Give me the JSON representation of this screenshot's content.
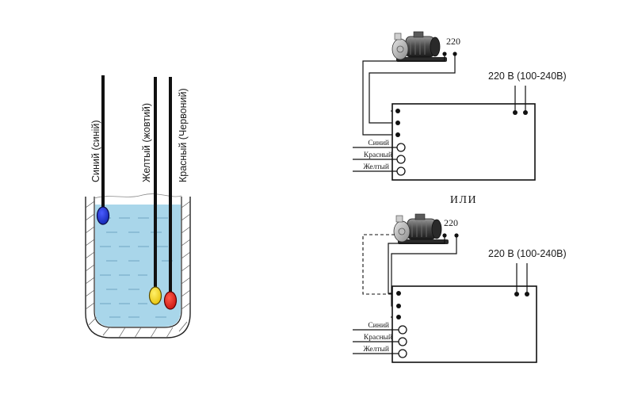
{
  "tank": {
    "probe_labels": {
      "blue": "Синий (синій)",
      "yellow": "Желтый (жовтий)",
      "red": "Красный (Червоний)"
    },
    "colors": {
      "water": "#a9d6ea",
      "blue_float": "#1d2fd0",
      "yellow_float": "#f2d21b",
      "red_float": "#e3201b"
    }
  },
  "diagram_top": {
    "pump_label": "220",
    "mains_label": "220 В (100-240В)",
    "probe_labels": [
      "Синий",
      "Красный",
      "Желтый"
    ]
  },
  "separator": {
    "label": "ИЛИ"
  },
  "diagram_bottom": {
    "pump_label": "220",
    "mains_label": "220 В (100-240В)",
    "probe_labels": [
      "Синий",
      "Красный",
      "Желтый"
    ]
  },
  "icons": {
    "pump": "pump-motor-icon"
  }
}
